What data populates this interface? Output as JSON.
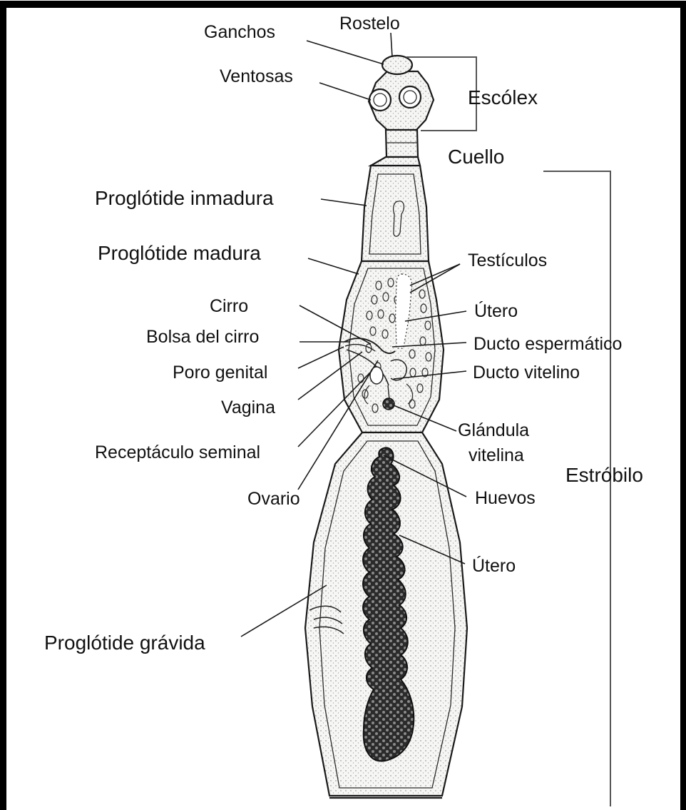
{
  "labels": {
    "ganchos": "Ganchos",
    "rostelo": "Rostelo",
    "ventosas": "Ventosas",
    "escolex": "Escólex",
    "cuello": "Cuello",
    "proglotide_inmadura": "Proglótide inmadura",
    "proglotide_madura": "Proglótide madura",
    "testiculos": "Testículos",
    "cirro": "Cirro",
    "utero_1": "Útero",
    "bolsa_del_cirro": "Bolsa del cirro",
    "ducto_espermatico": "Ducto espermático",
    "poro_genital": "Poro genital",
    "ducto_vitelino": "Ducto vitelino",
    "vagina": "Vagina",
    "glandula": "Glándula",
    "vitelina": "vitelina",
    "receptaculo_seminal": "Receptáculo seminal",
    "estrobilo": "Estróbilo",
    "ovario": "Ovario",
    "huevos": "Huevos",
    "utero_2": "Útero",
    "proglotide_gravida": "Proglótide grávida"
  },
  "colors": {
    "frame": "#000000",
    "ink": "#1a1a1a",
    "bracket": "#555555",
    "fill": "#f4f4f2",
    "eggs": "#2b2b2b"
  }
}
